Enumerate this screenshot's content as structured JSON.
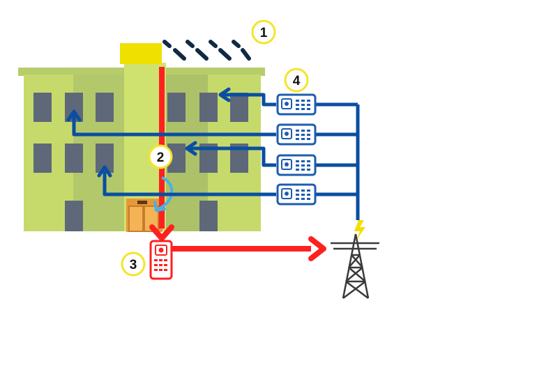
{
  "markers": [
    {
      "id": "1",
      "label": "1"
    },
    {
      "id": "2",
      "label": "2"
    },
    {
      "id": "3",
      "label": "3"
    },
    {
      "id": "4",
      "label": "4"
    }
  ],
  "colors": {
    "building_light": "#c8dc6a",
    "building_mid": "#b4c96a",
    "building_dark": "#a9bf68",
    "window": "#5e6878",
    "chimney": "#f0e000",
    "red_flow": "#ff2020",
    "blue_flow": "#0a4ea2",
    "meter_blue": "#1e5cb0",
    "marker_ring": "#f4e42a",
    "panel": "#102a43",
    "elevator": "#f0a640",
    "pylon": "#3a3a3a",
    "bolt": "#f2e000",
    "curved_arrow": "#4ab0e6"
  },
  "icons": {
    "solar_panels": "solar-panel-icon",
    "meter": "electricity-meter-icon",
    "pylon": "power-pylon-icon",
    "lightning": "lightning-bolt-icon",
    "elevator": "elevator-icon"
  }
}
